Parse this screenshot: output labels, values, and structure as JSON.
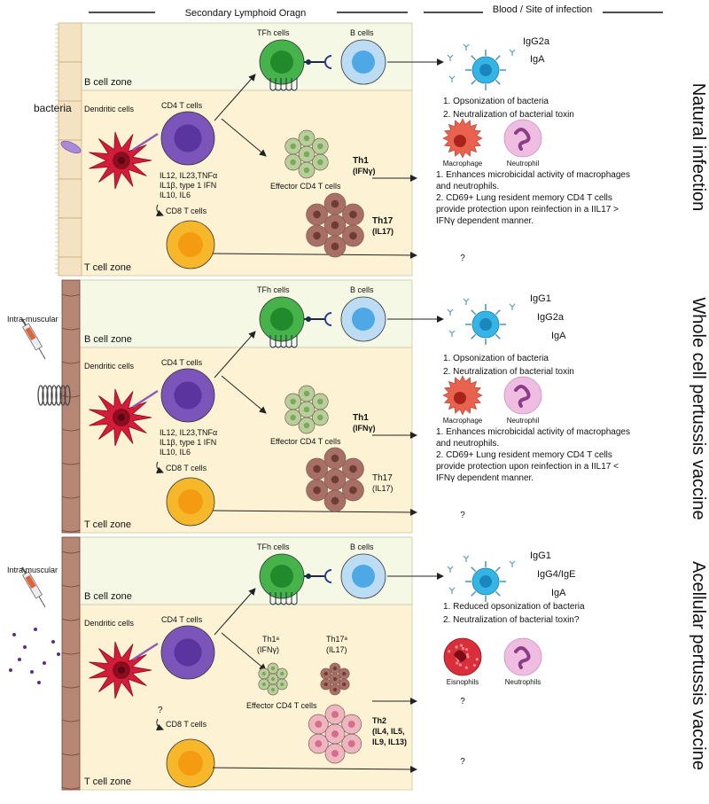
{
  "header": {
    "left_title": "Secondary Lymphoid Oragn",
    "right_title": "Blood / Site of infection"
  },
  "colors": {
    "b_zone": "#f6f8e6",
    "t_zone": "#fdf2d3",
    "tissue_tan": "#f4e3c3",
    "muscle_brown": "#b88674",
    "dendritic_red": "#d31b3a",
    "cd4_purple": "#7b55b9",
    "cd8_yellow": "#f7b72a",
    "tfh_green": "#46b24a",
    "bcell_blue": "#4ea8e6",
    "th1_green": "#b7cf9a",
    "th17_brown": "#a86f66",
    "th2_pink": "#eeb6c0",
    "macrophage": "#e9624f",
    "neutrophil": "#f0bde2",
    "eosinophil": "#d82f3b"
  },
  "panels": [
    {
      "id": "natural",
      "side_title": "Natural infection",
      "entry_label": "bacteria",
      "b_zone": "B cell zone",
      "t_zone": "T cell zone",
      "dendritic": "Dendritic cells",
      "cd4": "CD4 T cells",
      "cd8": "CD8 T cells",
      "tfh": "TFh cells",
      "bcells": "B cells",
      "cytokines": [
        "IL12, IL23,TNFα",
        "IL1β, type 1 IFN",
        "IL10, IL6"
      ],
      "effector": "Effector  CD4 T cells",
      "th1_name": "Th1",
      "th1_cyto": "(IFNγ)",
      "th17_name": "Th17",
      "th17_cyto": "(IL17)",
      "antibodies": [
        "IgG2a",
        "IgA"
      ],
      "ab_effects": [
        "1. Opsonization of bacteria",
        "2. Neutralization of  bacterial toxin"
      ],
      "cell1": "Macrophage",
      "cell2": "Neutrophil",
      "effects": [
        "1. Enhances microbicidal activity of macrophages",
        "    and neutrophils.",
        "2. CD69+ Lung resident  memory CD4 T cells",
        "    provide protection upon reinfection in a IIL17 >",
        "    IFNγ dependent  manner."
      ],
      "cd8_out": "?"
    },
    {
      "id": "whole",
      "side_title": "Whole cell pertussis vaccine",
      "entry_label": "Intra-muscular",
      "b_zone": "B cell zone",
      "t_zone": "T cell zone",
      "dendritic": "Dendritic cells",
      "cd4": "CD4 T cells",
      "cd8": "CD8 T cells",
      "tfh": "TFh cells",
      "bcells": "B cells",
      "cytokines": [
        "IL12, IL23,TNFα",
        "IL1β, type 1 IFN",
        "IL10, IL6"
      ],
      "effector": "Effector  CD4 T cells",
      "th1_name": "Th1",
      "th1_cyto": "(IFNγ)",
      "th17_name": "Th17",
      "th17_cyto": "(IL17)",
      "antibodies": [
        "IgG1",
        "IgG2a",
        "IgA"
      ],
      "ab_effects": [
        "1. Opsonization of bacteria",
        "2. Neutralization of  bacterial toxin"
      ],
      "cell1": "Macrophage",
      "cell2": "Neutrophil",
      "effects": [
        "1. Enhances microbicidal activity of macrophages",
        "    and neutrophils.",
        "2. CD69+ Lung resident  memory CD4 T cells",
        "    provide protection upon reinfection in a IIL17 <",
        "    IFNγ dependent  manner."
      ],
      "cd8_out": "?"
    },
    {
      "id": "acellular",
      "side_title": "Acellular pertussis vaccine",
      "entry_label": "Intra muscular",
      "b_zone": "B cell zone",
      "t_zone": "T cell zone",
      "dendritic": "Dendritic cells",
      "cd4": "CD4 T cells",
      "cd8": "CD8 T cells",
      "tfh": "TFh cells",
      "bcells": "B cells",
      "dc_question": "?",
      "effector": "Effector  CD4 T cells",
      "th1_name": "Th1ᵃ",
      "th1_cyto": "(IFNγ)",
      "th17_name": "Th17ᵃ",
      "th17_cyto": "(IL17)",
      "th2_lines": [
        "Th2",
        "(IL4, IL5,",
        "IL9, IL13)"
      ],
      "antibodies": [
        "IgG1",
        "IgG4/IgE",
        "IgA"
      ],
      "ab_effects": [
        "1. Reduced opsonization of bacteria",
        "2. Neutralization of  bacterial toxin?"
      ],
      "cell1": "Eisnophils",
      "cell2": "Neutrophils",
      "th_out": "?",
      "cd8_out": "?"
    }
  ]
}
